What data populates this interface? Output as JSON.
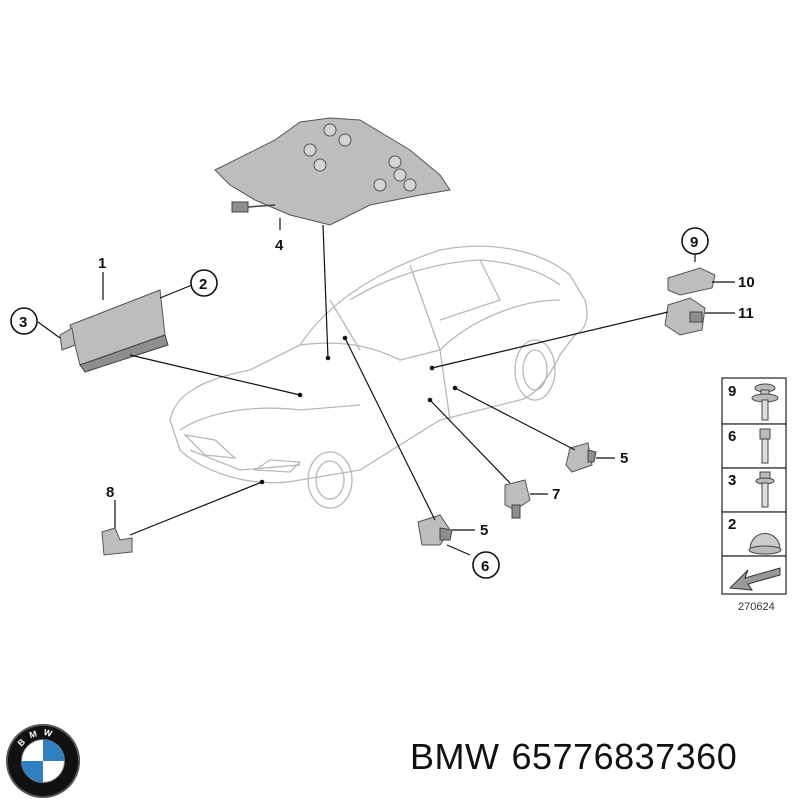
{
  "callouts": {
    "c1": "1",
    "c2": "2",
    "c3": "3",
    "c4": "4",
    "c5a": "5",
    "c5b": "5",
    "c6": "6",
    "c7": "7",
    "c8": "8",
    "c9": "9",
    "c10": "10",
    "c11": "11"
  },
  "legend": {
    "items": [
      {
        "number": "9"
      },
      {
        "number": "6"
      },
      {
        "number": "3"
      },
      {
        "number": "2"
      }
    ],
    "ref_number": "270624"
  },
  "footer": {
    "brand": "BMW",
    "part_number": "65776837360"
  },
  "logo": {
    "text": "BMW",
    "colors": {
      "blue": "#2f7fc1",
      "black": "#111111",
      "white": "#ffffff"
    }
  },
  "colors": {
    "part_fill": "#bdbdbd",
    "car_outline": "#b8b8b8",
    "ink": "#111111"
  }
}
